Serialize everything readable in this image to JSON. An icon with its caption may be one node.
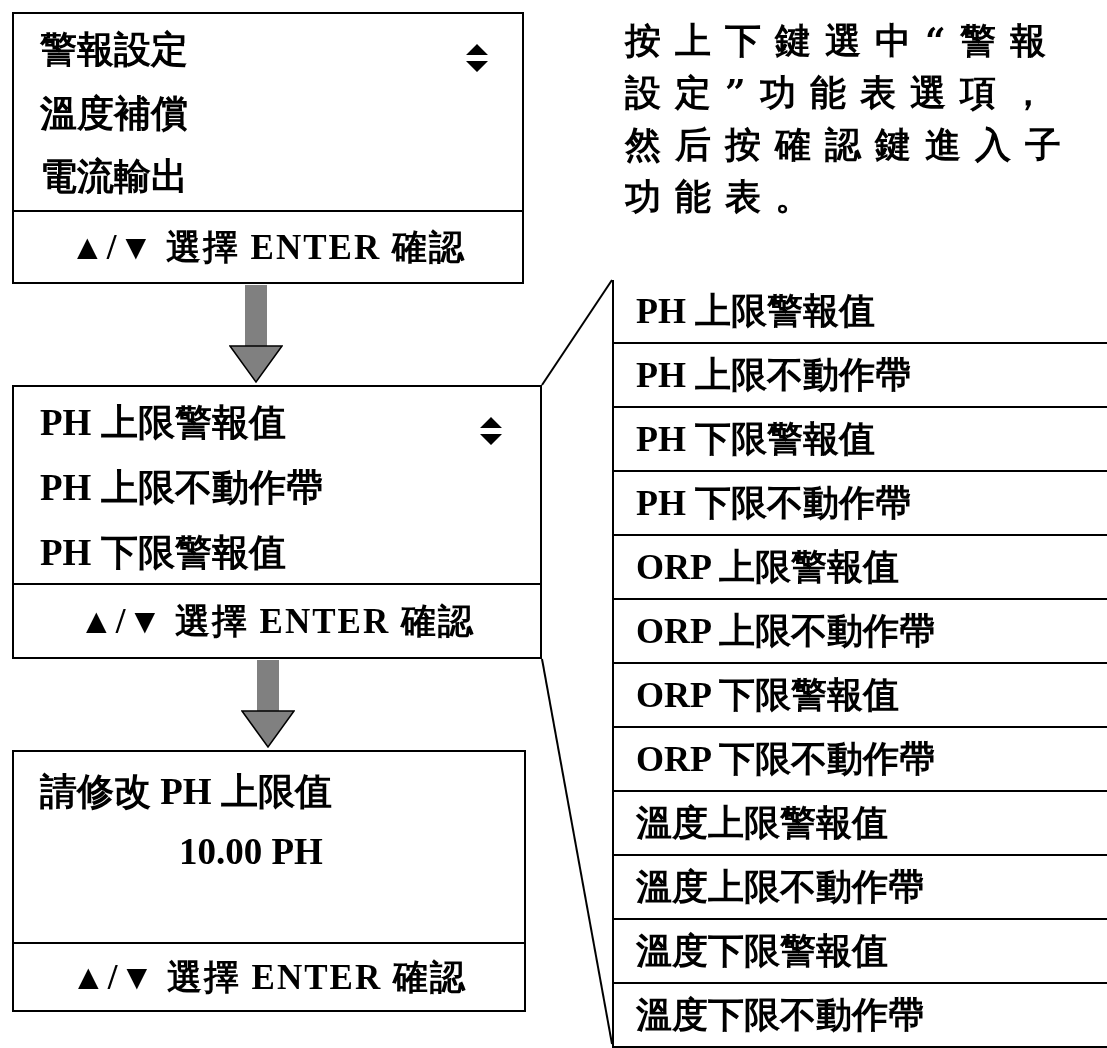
{
  "diagram": {
    "nodes": [
      {
        "text": [
          "警報設定",
          "溫度補償",
          "電流輸出",
          "▲/▼ 選擇 ENTER 確認"
        ]
      },
      {
        "text": [
          "PH 上限警報值",
          "PH 上限不動作帶",
          "PH 下限警報值",
          "▲/▼ 選擇 ENTER 確認"
        ]
      },
      {
        "text": [
          "請修改 PH 上限值",
          "10.00 PH",
          "▲/▼ 選擇 ENTER 確認"
        ]
      },
      {
        "text": [],
        "shape": "box"
      },
      {
        "text": [
          "PH 上限警報值"
        ],
        "in": 3
      },
      {
        "text": [
          "PH 上限不動作帶"
        ],
        "in": 3
      },
      {
        "text": [
          "PH 下限警報值"
        ],
        "in": 3
      },
      {
        "text": [
          "PH 下限不動作帶"
        ],
        "in": 3
      },
      {
        "text": [
          "ORP 上限警報值"
        ],
        "in": 3
      },
      {
        "text": [
          "ORP 上限不動作帶"
        ],
        "in": 3
      },
      {
        "text": [
          "ORP 下限警報值"
        ],
        "in": 3
      },
      {
        "text": [
          "ORP 下限不動作帶"
        ],
        "in": 3
      },
      {
        "text": [
          "溫度上限警報值"
        ],
        "in": 3
      },
      {
        "text": [
          "溫度上限不動作帶"
        ],
        "in": 3
      },
      {
        "text": [
          "溫度下限警報值"
        ],
        "in": 3
      },
      {
        "text": [
          "溫度下限不動作帶"
        ],
        "in": 3
      }
    ],
    "edges": [
      {
        "from": 0,
        "to": 1,
        "arrow": "to",
        "style": "thick",
        "color": "#808080"
      },
      {
        "from": 1,
        "to": 2,
        "arrow": "to",
        "style": "thick",
        "color": "#808080"
      },
      {
        "from": 1,
        "to": 3,
        "arrow": "none",
        "color": "#000000"
      },
      {
        "from": 1,
        "to": 3,
        "arrow": "none",
        "color": "#000000"
      }
    ],
    "labels": [
      "按上下鍵選中“警報設定”功能表選項，然后按確認鍵進入子功能表。"
    ]
  }
}
